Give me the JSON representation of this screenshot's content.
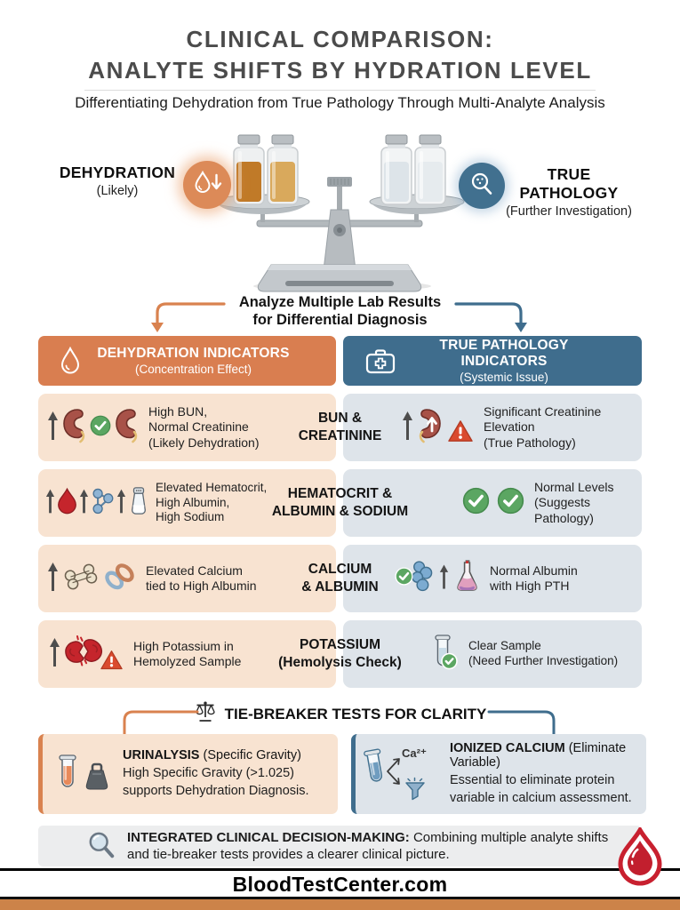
{
  "header": {
    "title": "CLINICAL COMPARISON:\nANALYTE SHIFTS BY HYDRATION LEVEL",
    "subtitle": "Differentiating Dehydration from True Pathology Through Multi-Analyte Analysis"
  },
  "scale": {
    "left_label": "DEHYDRATION",
    "left_note": "(Likely)",
    "right_label": "TRUE PATHOLOGY",
    "right_note": "(Further Investigation)",
    "caption": "Analyze Multiple Lab Results\nfor Differential Diagnosis"
  },
  "column_headers": {
    "left_title": "DEHYDRATION INDICATORS",
    "left_subtitle": "(Concentration Effect)",
    "right_title": "TRUE PATHOLOGY INDICATORS",
    "right_subtitle": "(Systemic Issue)"
  },
  "rows": [
    {
      "center": "BUN &\nCREATININE",
      "left": "High BUN,\nNormal Creatinine\n(Likely Dehydration)",
      "right": "Significant Creatinine\nElevation\n(True Pathology)"
    },
    {
      "center": "HEMATOCRIT &\nALBUMIN & SODIUM",
      "left": "Elevated Hematocrit,\nHigh Albumin,\nHigh Sodium",
      "right": "Normal Levels\n(Suggests Pathology)"
    },
    {
      "center": "CALCIUM\n& ALBUMIN",
      "left": "Elevated Calcium\ntied to High Albumin",
      "right": "Normal Albumin\nwith High PTH"
    },
    {
      "center": "POTASSIUM\n(Hemolysis Check)",
      "left": "High Potassium in\nHemolyzed Sample",
      "right": "Clear Sample\n(Need Further Investigation)"
    }
  ],
  "tiebreaker": {
    "title": "TIE-BREAKER TESTS FOR CLARITY",
    "left_heading": "URINALYSIS",
    "left_heading_note": " (Specific Gravity)",
    "left_body": "High Specific Gravity (>1.025)\nsupports Dehydration Diagnosis.",
    "right_heading": "IONIZED CALCIUM",
    "right_heading_note": " (Eliminate Variable)",
    "right_body": "Essential to eliminate protein\nvariable in calcium assessment.",
    "ca_label": "Ca²⁺"
  },
  "summary": {
    "heading": "INTEGRATED CLINICAL DECISION-MAKING:",
    "body": "Combining multiple analyte shifts and tie-breaker tests provides a clearer clinical picture."
  },
  "footer": {
    "brand": "BloodTestCenter.com"
  },
  "colors": {
    "orange_accent": "#D9824F",
    "blue_accent": "#3F6D8D",
    "peach_bg": "#F8E3D1",
    "bluegray_bg": "#DEE4EA",
    "footer_stripe": "#CC8349",
    "check_green": "#5BA662",
    "warning_red": "#DA4A2E",
    "blood_red": "#C5252C"
  }
}
